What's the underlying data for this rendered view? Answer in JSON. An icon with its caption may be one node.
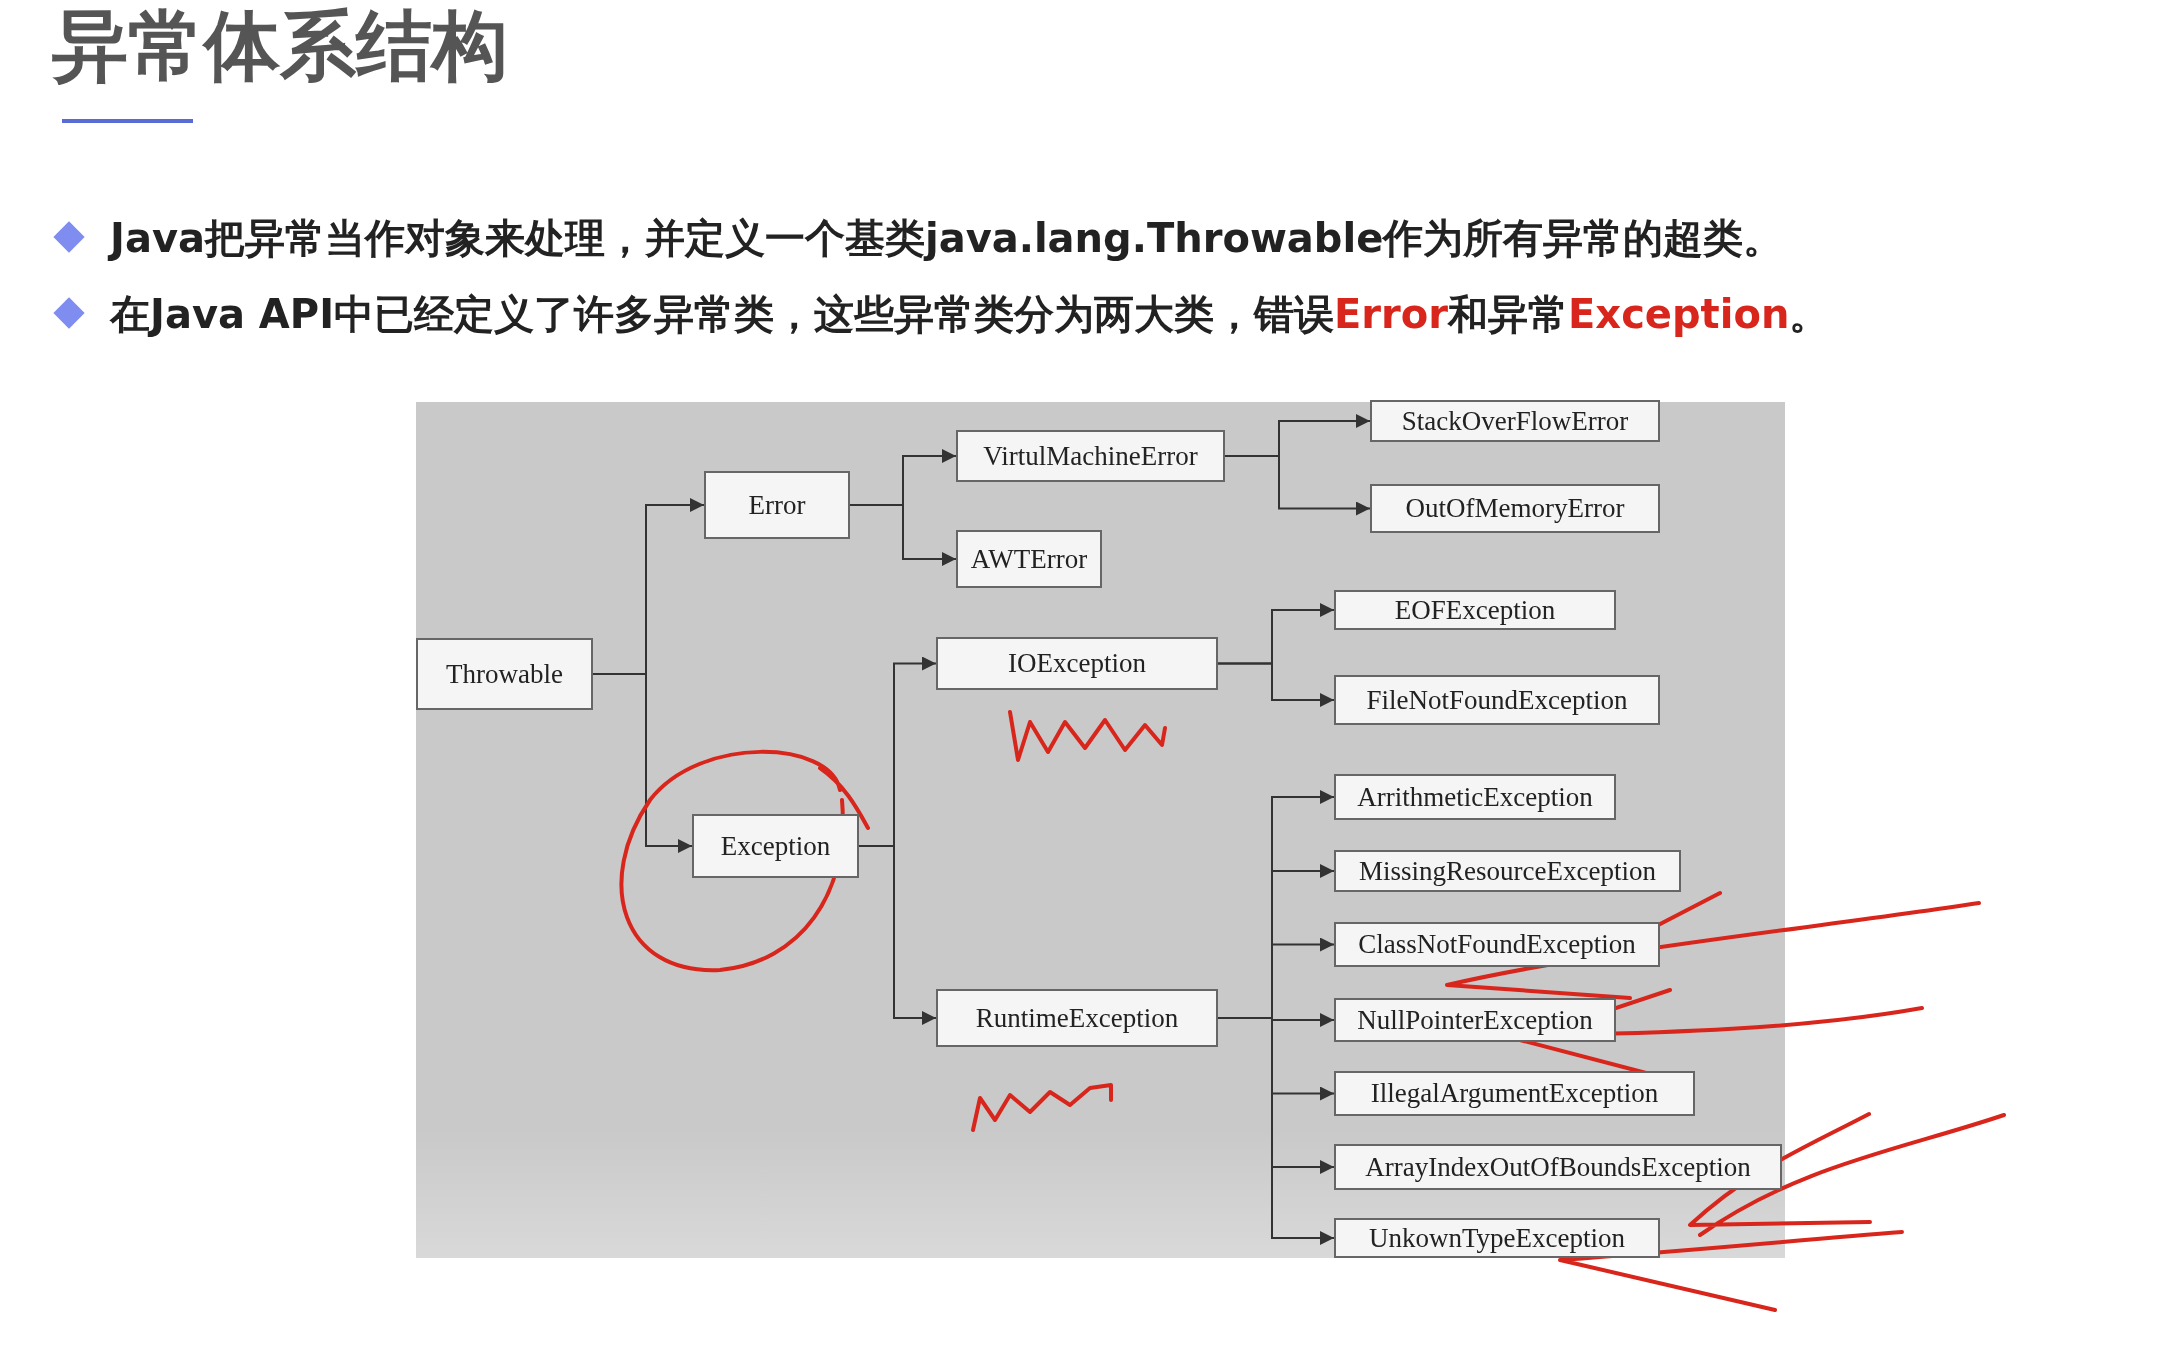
{
  "diagram": {
    "title": "异常体系结构",
    "nodes": [
      {
        "text": [
          "Throwable"
        ]
      },
      {
        "text": [
          "Error"
        ]
      },
      {
        "text": [
          "Exception"
        ]
      },
      {
        "text": [
          "VirtulMachineError"
        ]
      },
      {
        "text": [
          "AWTError"
        ]
      },
      {
        "text": [
          "StackOverFlowError"
        ]
      },
      {
        "text": [
          "OutOfMemoryError"
        ]
      },
      {
        "text": [
          "IOException"
        ]
      },
      {
        "text": [
          "RuntimeException"
        ]
      },
      {
        "text": [
          "EOFException"
        ]
      },
      {
        "text": [
          "FileNotFoundException"
        ]
      },
      {
        "text": [
          "ArrithmeticException"
        ]
      },
      {
        "text": [
          "MissingResourceException"
        ]
      },
      {
        "text": [
          "ClassNotFoundException"
        ]
      },
      {
        "text": [
          "NullPointerException"
        ]
      },
      {
        "text": [
          "IllegalArgumentException"
        ]
      },
      {
        "text": [
          "ArrayIndexOutOfBoundsException"
        ]
      },
      {
        "text": [
          "UnkownTypeException"
        ]
      }
    ],
    "edges": [
      {
        "from": 0,
        "to": 1,
        "arrow": "to"
      },
      {
        "from": 0,
        "to": 2,
        "arrow": "to"
      },
      {
        "from": 1,
        "to": 3,
        "arrow": "to"
      },
      {
        "from": 1,
        "to": 4,
        "arrow": "to"
      },
      {
        "from": 3,
        "to": 5,
        "arrow": "to"
      },
      {
        "from": 3,
        "to": 6,
        "arrow": "to"
      },
      {
        "from": 2,
        "to": 7,
        "arrow": "to"
      },
      {
        "from": 2,
        "to": 8,
        "arrow": "to"
      },
      {
        "from": 7,
        "to": 9,
        "arrow": "to"
      },
      {
        "from": 7,
        "to": 10,
        "arrow": "to"
      },
      {
        "from": 8,
        "to": 11,
        "arrow": "to"
      },
      {
        "from": 8,
        "to": 12,
        "arrow": "to"
      },
      {
        "from": 8,
        "to": 13,
        "arrow": "to"
      },
      {
        "from": 8,
        "to": 14,
        "arrow": "to"
      },
      {
        "from": 8,
        "to": 15,
        "arrow": "to"
      },
      {
        "from": 8,
        "to": 16,
        "arrow": "to"
      },
      {
        "from": 8,
        "to": 17,
        "arrow": "to"
      }
    ],
    "labels": [
      "Java把异常当作对象来处理，并定义一个基类java.lang.Throwable作为所有异常的超类。",
      "在Java API中已经定义了许多异常类，这些异常类分为两大类，错误",
      "Error",
      "和异常",
      "Exception",
      "。"
    ]
  }
}
